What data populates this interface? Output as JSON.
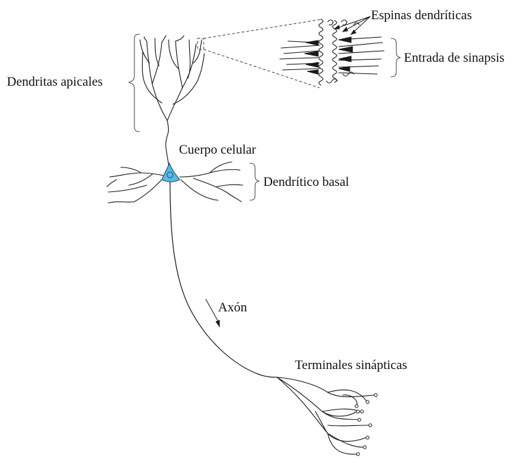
{
  "labels": {
    "dendritic_spines": "Espinas dendríticas",
    "synapse_input": "Entrada de sinapsis",
    "apical_dendrites": "Dendritas apicales",
    "cell_body": "Cuerpo celular",
    "basal_dendrite": "Dendrítico basal",
    "axon": "Axón",
    "synaptic_terminals": "Terminales sinápticas"
  },
  "colors": {
    "line": "#1a1a1a",
    "cell_body_fill": "#5fb8df",
    "cell_body_stroke": "#1f5f80",
    "bracket": "#555555",
    "dashed": "#444444"
  }
}
